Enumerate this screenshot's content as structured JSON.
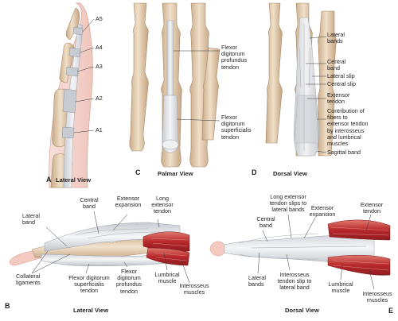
{
  "panels": {
    "a": {
      "letter": "A",
      "caption": "Lateral View",
      "pulleys": [
        "A5",
        "A4",
        "A3",
        "A2",
        "A1"
      ]
    },
    "c": {
      "letter": "C",
      "caption": "Palmar View",
      "labels": {
        "fdp": [
          "Flexor",
          "digitorum",
          "profundus",
          "tendon"
        ],
        "fds": [
          "Flexor",
          "digitorum",
          "superficialis",
          "tendon"
        ]
      }
    },
    "d": {
      "letter": "D",
      "caption": "Dorsal View",
      "labels": {
        "lateral_bands": [
          "Lateral",
          "bands"
        ],
        "central_band": [
          "Central",
          "band"
        ],
        "lateral_slip": "Lateral slip",
        "central_slip": "Central slip",
        "extensor_tendon": [
          "Extensor",
          "tendon"
        ],
        "contribution": [
          "Contribution of",
          "fibers to",
          "extensor tendon",
          "by interosseus",
          "and lumbrical",
          "muscles"
        ],
        "sagittal_band": "Sagittal band"
      }
    },
    "b": {
      "letter": "B",
      "caption": "Lateral View",
      "labels": {
        "central_band": [
          "Central",
          "band"
        ],
        "extensor_expansion": [
          "Extensor",
          "expansion"
        ],
        "long_extensor_tendon": [
          "Long",
          "extensor",
          "tendon"
        ],
        "lateral_band": [
          "Lateral",
          "band"
        ],
        "collateral_ligaments": [
          "Collateral",
          "ligaments"
        ],
        "fds_tendon": [
          "Flexor digitorum",
          "superficialis",
          "tendon"
        ],
        "fdp_tendon": [
          "Flexor",
          "digitorum",
          "profundus",
          "tendon"
        ],
        "lumbrical_muscle": [
          "Lumbrical",
          "muscle"
        ],
        "interosseus_muscles": [
          "Interosseus",
          "muscles"
        ]
      }
    },
    "e": {
      "letter": "E",
      "caption": "Dorsal View",
      "labels": {
        "long_ext_slips": [
          "Long extensor",
          "tendon slips to",
          "lateral bands"
        ],
        "extensor_expansion": [
          "Extensor",
          "expansion"
        ],
        "extensor_tendon": [
          "Extensor",
          "tendon"
        ],
        "central_band": [
          "Central",
          "band"
        ],
        "lateral_bands": [
          "Lateral",
          "bands"
        ],
        "interosseus_slip": [
          "Interosseus",
          "tendon slip to",
          "lateral band"
        ],
        "lumbrical_muscle": [
          "Lumbrical",
          "muscle"
        ],
        "interosseus_muscles": [
          "Interosseus",
          "muscles"
        ]
      }
    }
  },
  "colors": {
    "bone": "#e6d3b8",
    "bone_edge": "#a8896a",
    "bone_inner": "#f3e6d2",
    "tendon": "#dfe2e6",
    "tendon_edge": "#9ea4ab",
    "muscle": "#b8282b",
    "muscle_light": "#d96a63",
    "skin": "#f5d6cf",
    "leader": "#3a3a3a"
  }
}
